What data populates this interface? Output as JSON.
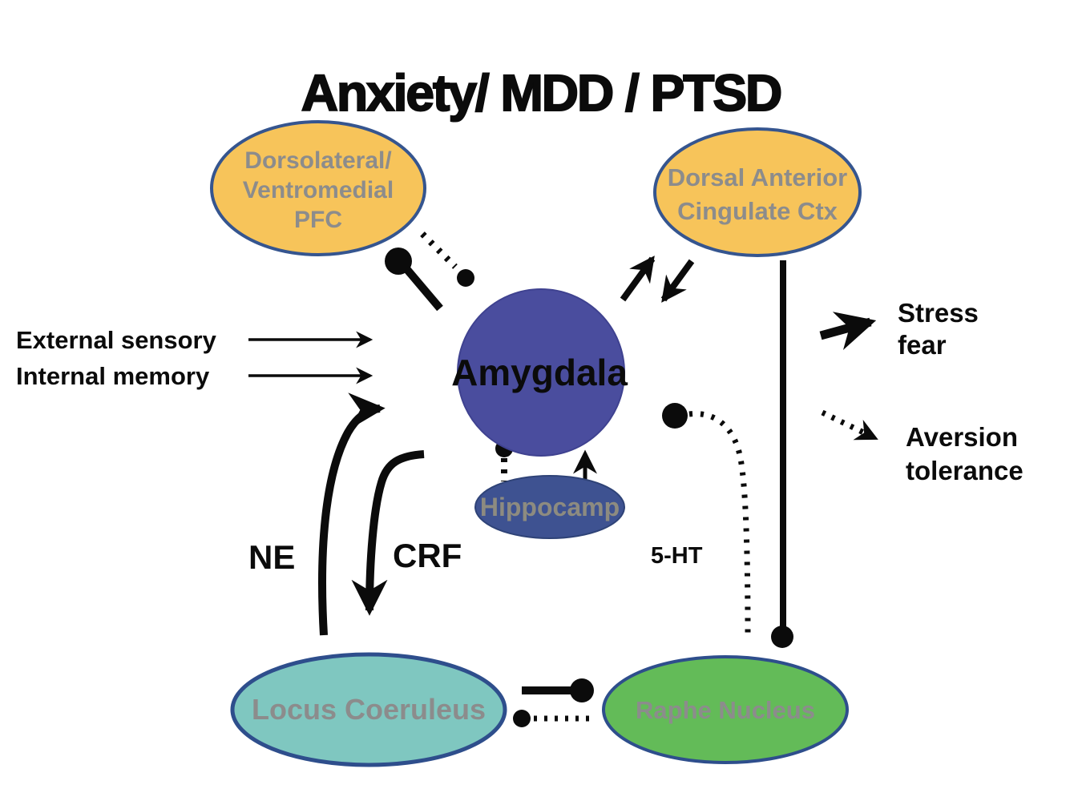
{
  "title": "Anxiety/ MDD / PTSD",
  "colors": {
    "node_orange": "#F7C45A",
    "node_blue": "#4A4D9E",
    "node_dark_blue": "#3E5291",
    "node_teal": "#7FC7C0",
    "node_green": "#63BB58",
    "node_border": "#35558F",
    "node_text_gray": "#8C8C8C",
    "line_black": "#0B0B0B"
  },
  "nodes": {
    "pfc": {
      "line1": "Dorsolateral/",
      "line2": "Ventromedial",
      "line3": "PFC"
    },
    "dacc": {
      "line1": "Dorsal Anterior",
      "line2": "Cingulate Ctx"
    },
    "amygdala": {
      "label": "Amygdala"
    },
    "hippocampus": {
      "label": "Hippocamp"
    },
    "locus_coeruleus": {
      "label": "Locus Coeruleus"
    },
    "raphe_nucleus": {
      "label": "Raphe Nucleus"
    }
  },
  "inputs": {
    "external_sensory": "External sensory",
    "internal_memory": "Internal memory"
  },
  "outputs": {
    "stress_line1": "Stress",
    "stress_line2": "fear",
    "aversion_line1": "Aversion",
    "aversion_line2": "tolerance"
  },
  "neurotransmitters": {
    "ne": "NE",
    "crf": "CRF",
    "serotonin": "5-HT"
  }
}
